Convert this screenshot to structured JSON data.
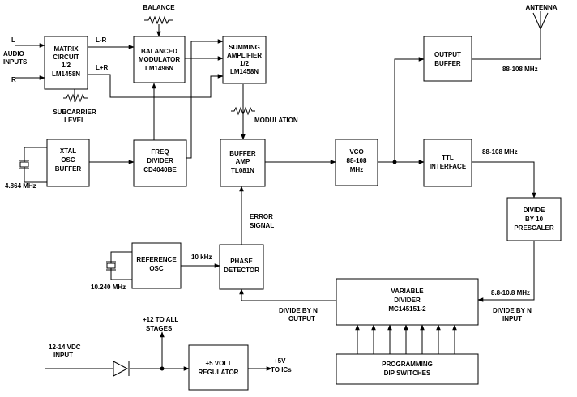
{
  "inputs": {
    "left": "L",
    "right": "R",
    "audio_inputs": [
      "AUDIO",
      "INPUTS"
    ],
    "supply": [
      "12-14 VDC",
      "INPUT"
    ]
  },
  "blocks": {
    "matrix": [
      "MATRIX",
      "CIRCUIT",
      "1/2",
      "LM1458N"
    ],
    "balanced_modulator": [
      "BALANCED",
      "MODULATOR",
      "LM1496N"
    ],
    "summing_amplifier": [
      "SUMMING",
      "AMPLIFIER",
      "1/2",
      "LM1458N"
    ],
    "output_buffer": [
      "OUTPUT",
      "BUFFER"
    ],
    "xtal_osc": [
      "XTAL",
      "OSC",
      "BUFFER"
    ],
    "freq_divider": [
      "FREQ",
      "DIVIDER",
      "CD4040BE"
    ],
    "buffer_amp": [
      "BUFFER",
      "AMP",
      "TL081N"
    ],
    "vco": [
      "VCO",
      "88-108",
      "MHz"
    ],
    "ttl_interface": [
      "TTL",
      "INTERFACE"
    ],
    "divide_by_10": [
      "DIVIDE",
      "BY 10",
      "PRESCALER"
    ],
    "reference_osc": [
      "REFERENCE",
      "OSC"
    ],
    "phase_detector": [
      "PHASE",
      "DETECTOR"
    ],
    "variable_divider": [
      "VARIABLE",
      "DIVIDER",
      "MC145151-2"
    ],
    "programming": [
      "PROGRAMMING",
      "DIP SWITCHES"
    ],
    "regulator": [
      "+5 VOLT",
      "REGULATOR"
    ]
  },
  "labels": {
    "balance": "BALANCE",
    "l_minus_r": "L-R",
    "l_plus_r": "L+R",
    "subcarrier_level": [
      "SUBCARRIER",
      "LEVEL"
    ],
    "modulation": "MODULATION",
    "antenna": "ANTENNA",
    "out_freq_1": "88-108 MHz",
    "out_freq_2": "88-108 MHz",
    "xtal_freq": "4.864 MHz",
    "error_signal": [
      "ERROR",
      "SIGNAL"
    ],
    "ten_khz": "10 kHz",
    "ref_freq": "10.240 MHz",
    "prescaled_freq": "8.8-10.8 MHz",
    "divide_by_n_input": [
      "DIVIDE BY N",
      "INPUT"
    ],
    "divide_by_n_output": [
      "DIVIDE BY N",
      "OUTPUT"
    ],
    "to_all_stages": [
      "+12 TO ALL",
      "STAGES"
    ],
    "plus5v": [
      "+5V",
      "TO ICs"
    ]
  }
}
